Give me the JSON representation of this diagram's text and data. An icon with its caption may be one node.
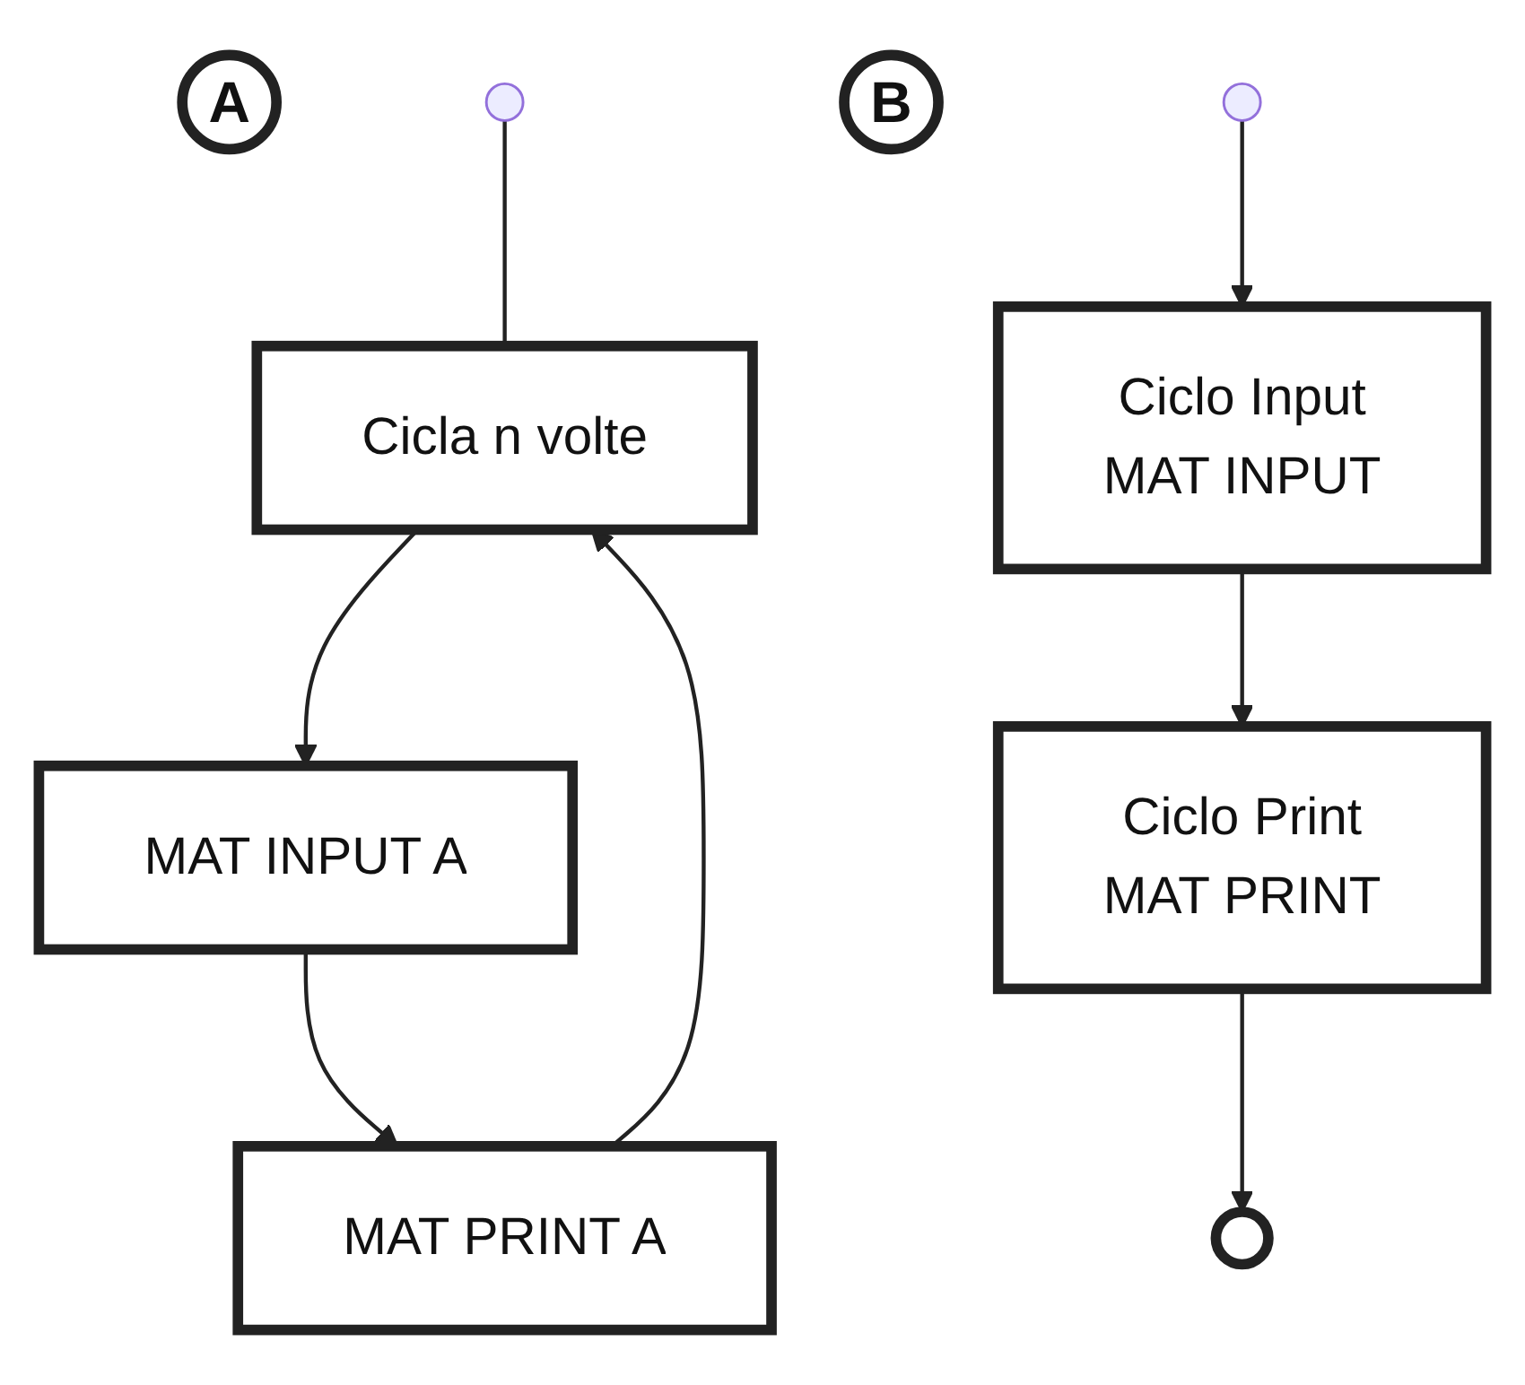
{
  "diagram": {
    "nodes": [
      {
        "text": [
          "A"
        ]
      },
      {
        "text": [],
        "shape": "dot"
      },
      {
        "text": [
          "Cicla n volte"
        ]
      },
      {
        "text": [
          "MAT INPUT A"
        ]
      },
      {
        "text": [
          "MAT PRINT A"
        ]
      },
      {
        "text": [
          "B"
        ]
      },
      {
        "text": [],
        "shape": "dot"
      },
      {
        "text": [
          "Ciclo Input",
          "MAT INPUT"
        ]
      },
      {
        "text": [
          "Ciclo Print",
          "MAT PRINT"
        ]
      },
      {
        "text": [],
        "shape": "circle"
      }
    ],
    "edges": [
      {
        "from": 1,
        "to": 2,
        "arrow": "none"
      },
      {
        "from": 2,
        "to": 3,
        "arrow": "to"
      },
      {
        "from": 3,
        "to": 4,
        "arrow": "to"
      },
      {
        "from": 4,
        "to": 2,
        "arrow": "to"
      },
      {
        "from": 6,
        "to": 7,
        "arrow": "to"
      },
      {
        "from": 7,
        "to": 8,
        "arrow": "to"
      },
      {
        "from": 8,
        "to": 9,
        "arrow": "to"
      }
    ]
  }
}
